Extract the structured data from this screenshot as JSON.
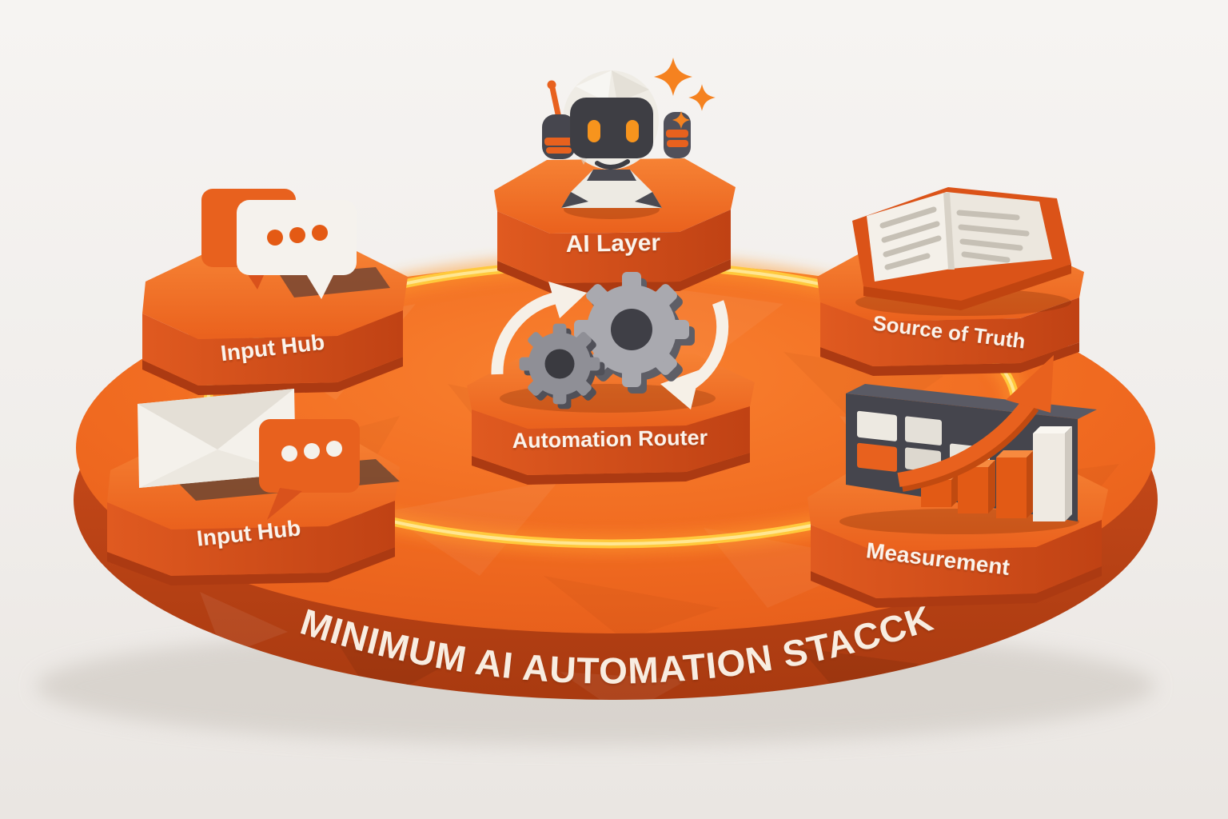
{
  "scene": {
    "background_color": "#f4f2f0",
    "title": "MINIMUM AI AUTOMATION STACCK",
    "title_color": "#F8EDE1",
    "platform_color": "#EE6A22",
    "rim_color": "#C9461A",
    "glow_ring_color": "#FFC93C",
    "label_color": "#FBF4EC",
    "accent_orange": "#E8611E",
    "dark_slate": "#46464E",
    "part_white": "#F3EFE8"
  },
  "pedestals": [
    {
      "id": "input-hub-top",
      "label": "Input Hub",
      "icon": "chat-bubbles-icon",
      "position": "upper-left"
    },
    {
      "id": "ai-layer",
      "label": "AI Layer",
      "icon": "robot-icon",
      "position": "top-center"
    },
    {
      "id": "source-of-truth",
      "label": "Source of Truth",
      "icon": "open-book-icon",
      "position": "upper-right"
    },
    {
      "id": "input-hub-bottom",
      "label": "Input Hub",
      "icon": "envelope-chat-icon",
      "position": "lower-left"
    },
    {
      "id": "automation-router",
      "label": "Automation Router",
      "icon": "gears-cycle-icon",
      "position": "center"
    },
    {
      "id": "measurement",
      "label": "Measurement",
      "icon": "dashboard-growth-icon",
      "position": "lower-right"
    }
  ]
}
